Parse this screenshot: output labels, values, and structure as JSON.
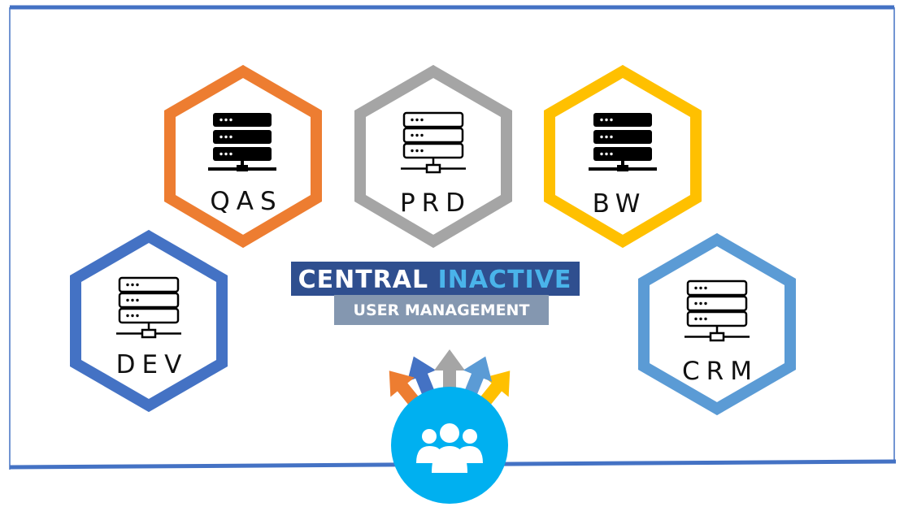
{
  "title": {
    "line1_part1": "CENTRAL",
    "line1_part2": "INACTIVE",
    "line2": "USER MANAGEMENT"
  },
  "systems": [
    {
      "label": "QAS",
      "color": "#ed7d31",
      "icon": "server-stack-icon"
    },
    {
      "label": "PRD",
      "color": "#a5a5a5",
      "icon": "server-stack-outline-icon"
    },
    {
      "label": "BW",
      "color": "#ffc000",
      "icon": "server-stack-icon"
    },
    {
      "label": "DEV",
      "color": "#4472c4",
      "icon": "server-stack-outline-icon"
    },
    {
      "label": "CRM",
      "color": "#5b9bd5",
      "icon": "server-stack-outline-icon"
    }
  ],
  "hub": {
    "icon": "user-group-icon",
    "color": "#00b0f0"
  },
  "arrows": [
    {
      "target": "DEV",
      "color": "#4472c4"
    },
    {
      "target": "QAS",
      "color": "#ed7d31"
    },
    {
      "target": "PRD",
      "color": "#a5a5a5"
    },
    {
      "target": "BW",
      "color": "#ffc000"
    },
    {
      "target": "CRM",
      "color": "#5b9bd5"
    }
  ],
  "colors": {
    "frame": "#4472c4",
    "title_bg": "#2f4f8f",
    "subtitle_bg": "#8497b0"
  }
}
